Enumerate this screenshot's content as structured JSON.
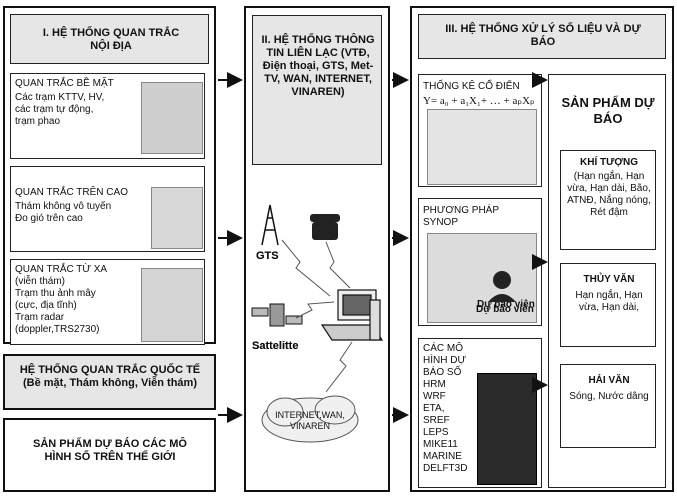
{
  "col1": {
    "title": "I. HỆ THỐNG QUAN TRẮC NỘI ĐỊA",
    "surface_heading": "QUAN TRẮC BỀ MẶT",
    "surface_text": "Các trạm KTTV, HV, các trạm tự động, trạm phao",
    "upper_heading": "QUAN TRẮC TRÊN CAO",
    "upper_text": "Thám không vô tuyến\nĐo gió trên cao",
    "remote_heading": "QUAN TRẮC TỪ XA",
    "remote_text": "(viễn thám)\nTrạm thu ảnh mây (cực, địa tĩnh)\nTrạm radar (doppler,TRS2730)",
    "intl": "HỆ THỐNG QUAN TRẮC QUỐC TẾ (Bề mặt, Thám không, Viễn thám)",
    "global": "SẢN PHẨM DỰ BÁO CÁC MÔ HÌNH SỐ TRÊN THẾ GIỚI"
  },
  "col2": {
    "title": "II. HỆ THỐNG THÔNG TIN LIÊN LẠC (VTĐ, Điện thoại, GTS, Met-TV, WAN, INTERNET, VINAREN)",
    "gts": "GTS",
    "satellite": "Sattelitte",
    "cloud": "INTERNET,WAN, VINAREN"
  },
  "col3": {
    "title": "III. HỆ THỐNG  XỬ LÝ SỐ LIỆU VÀ DỰ BÁO",
    "stat_heading": "THỐNG KÊ  CỔ ĐIỂN",
    "stat_formula": "Y= a₀ + a₁X₁+ … + aₚXₚ",
    "synop_heading": "PHƯƠNG PHÁP SYNOP",
    "forecaster": "Dự báo viên",
    "models_text": "CÁC MÔ HÌNH DỰ BÁO SỐ\nHRM\nWRF\nETA,\nSREF\nLEPS\nMIKE11\nMARINE\nDELFT3D"
  },
  "products": {
    "title": "SẢN PHẨM DỰ BÁO",
    "met_heading": "KHÍ TƯỢNG",
    "met_text": "(Hạn ngắn, Hạn vừa, Hạn dài, Bão, ATNĐ, Nắng nóng, Rét đậm",
    "hydro_heading": "THỦY VĂN",
    "hydro_text": "Hạn ngắn, Hạn vừa, Hạn dài,",
    "ocean_heading": "HẢI VĂN",
    "ocean_text": "Sóng, Nước dâng"
  }
}
